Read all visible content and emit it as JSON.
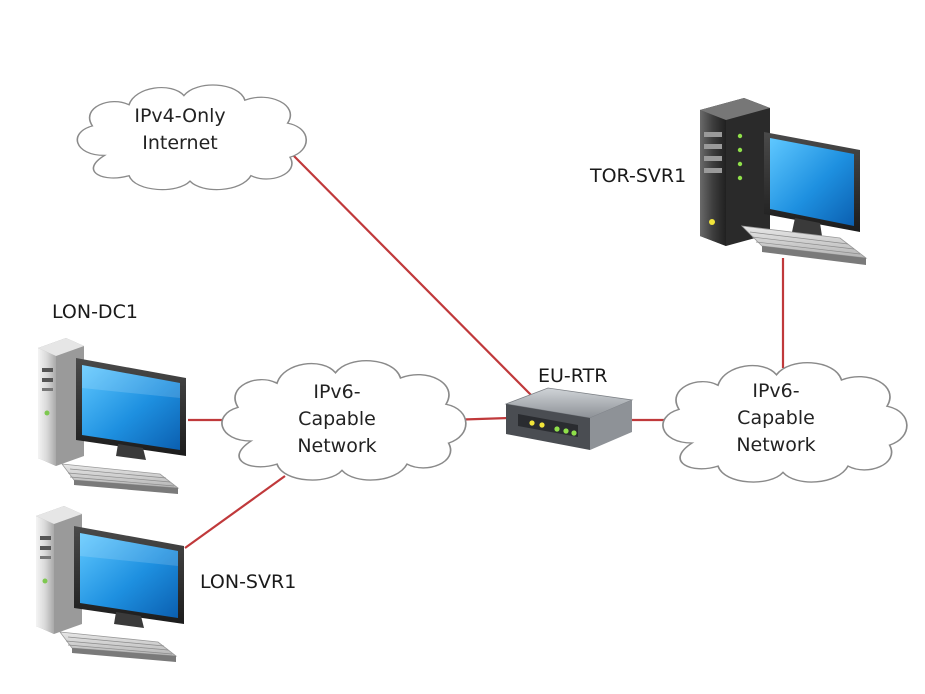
{
  "nodes": {
    "ipv4_internet": {
      "lines": [
        "IPv4-Only",
        "Internet"
      ]
    },
    "ipv6_left": {
      "lines": [
        "IPv6-",
        "Capable",
        "Network"
      ]
    },
    "ipv6_right": {
      "lines": [
        "IPv6-",
        "Capable",
        "Network"
      ]
    },
    "router": {
      "label": "EU-RTR"
    },
    "lon_dc1": {
      "label": "LON-DC1"
    },
    "lon_svr1": {
      "label": "LON-SVR1"
    },
    "tor_svr1": {
      "label": "TOR-SVR1"
    }
  },
  "links": [
    {
      "from": "LON-DC1",
      "to": "IPv6-Capable Network"
    },
    {
      "from": "LON-SVR1",
      "to": "IPv6-Capable Network"
    },
    {
      "from": "IPv6-Capable Network",
      "to": "EU-RTR"
    },
    {
      "from": "IPv4-Only Internet",
      "to": "EU-RTR"
    },
    {
      "from": "EU-RTR",
      "to": "IPv6-Capable Network"
    },
    {
      "from": "IPv6-Capable Network",
      "to": "TOR-SVR1"
    }
  ],
  "colors": {
    "link": "#c0393b",
    "screen": "#1e90e0",
    "device_body": "#bcbcbc"
  },
  "icons": [
    "cloud-icon",
    "router-icon",
    "desktop-computer-icon",
    "server-computer-icon"
  ]
}
